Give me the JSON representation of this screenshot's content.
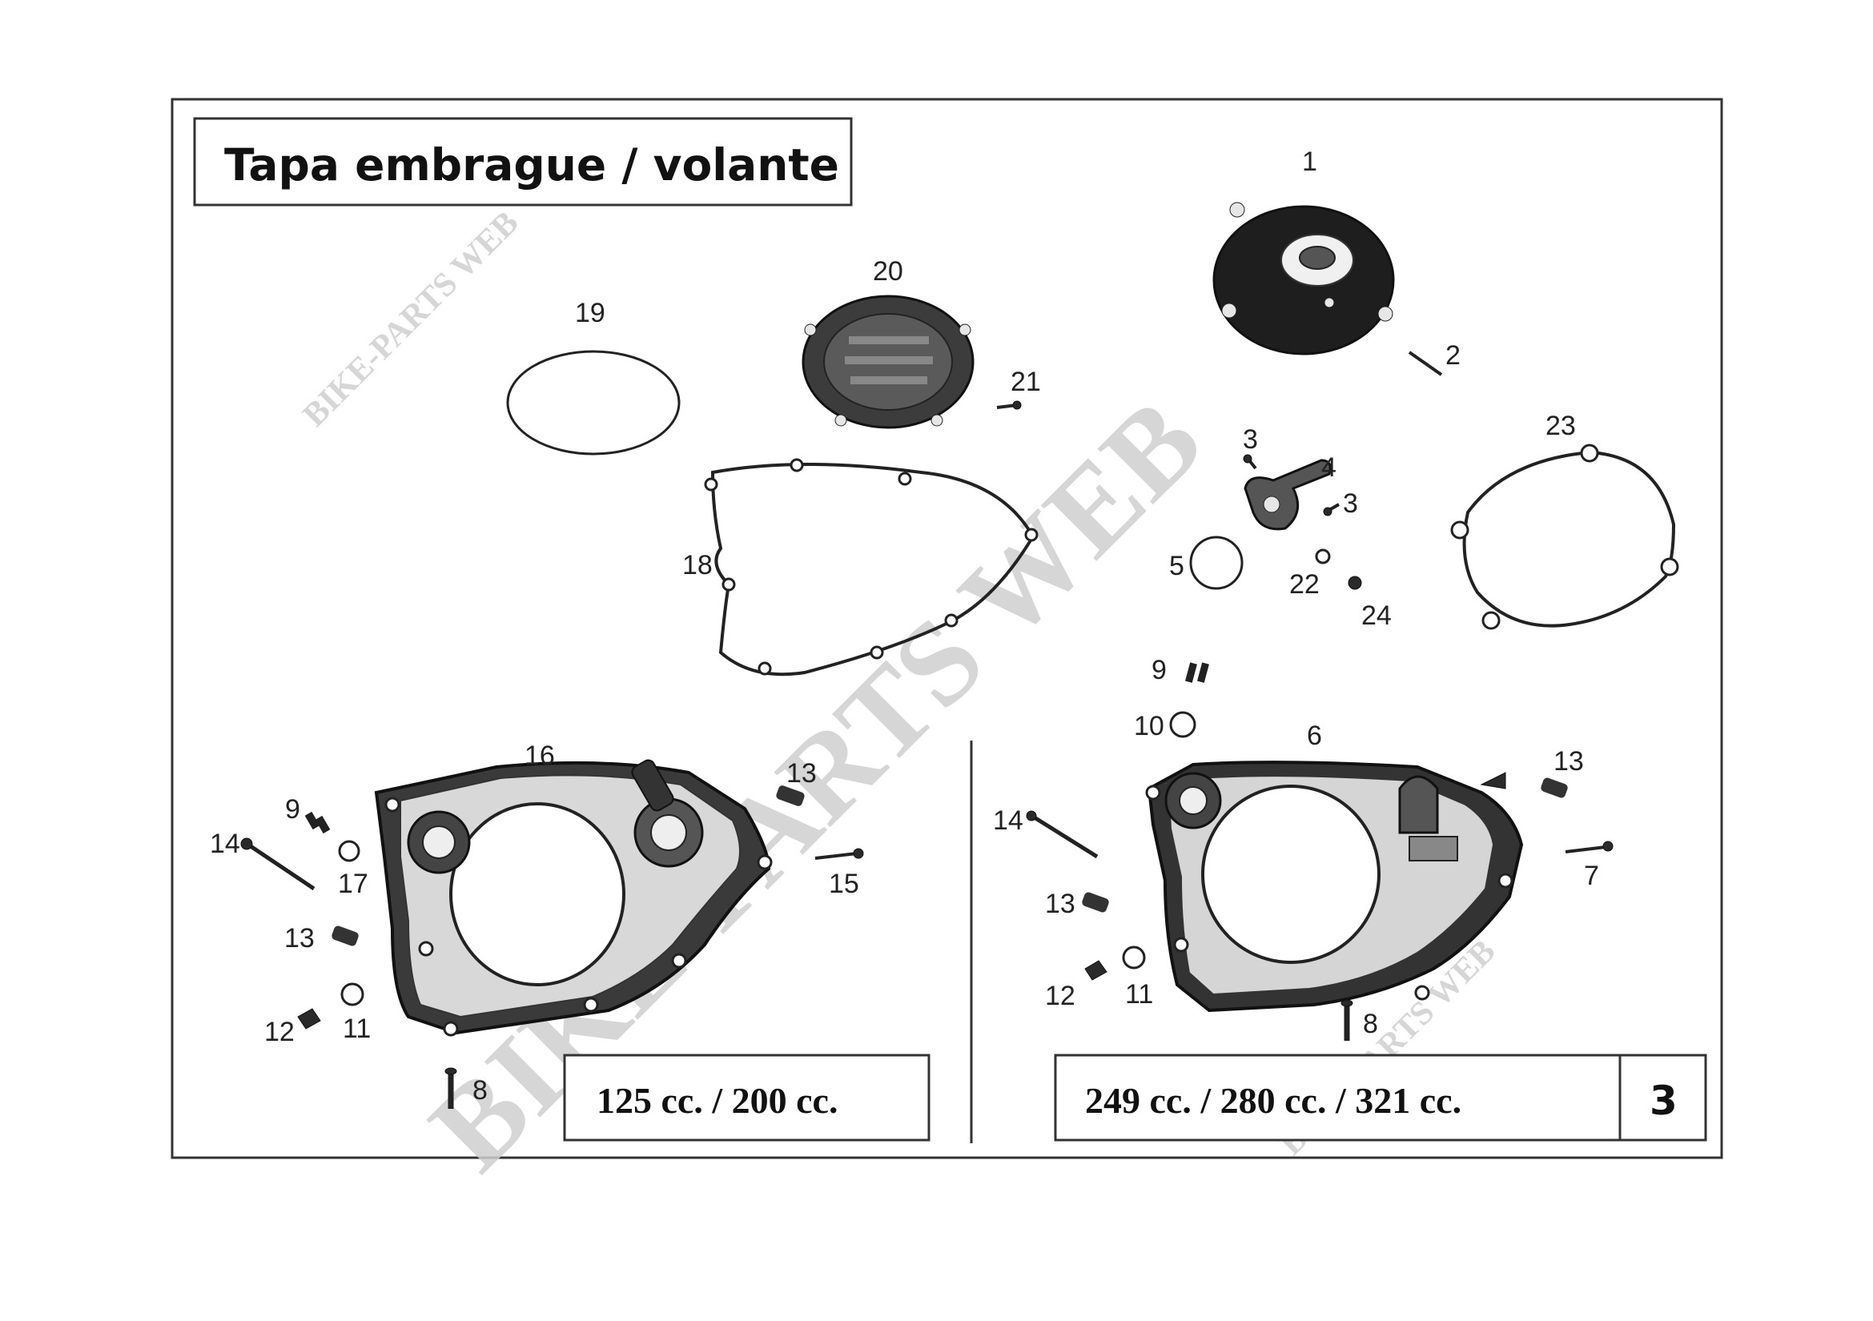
{
  "title": "Tapa embrague / volante",
  "watermark": "BIKE-PARTS WEB",
  "registered_mark": "®",
  "model_left": "125 cc. / 200 cc.",
  "model_right": "249 cc. / 280 cc. / 321 cc.",
  "page_number": "3",
  "callouts": {
    "n1": "1",
    "n2": "2",
    "n3a": "3",
    "n3b": "3",
    "n4": "4",
    "n5": "5",
    "n18": "18",
    "n19": "19",
    "n20": "20",
    "n21": "21",
    "n22": "22",
    "n23": "23",
    "n24": "24",
    "l8": "8",
    "l9": "9",
    "l11": "11",
    "l12": "12",
    "l13a": "13",
    "l13b": "13",
    "l14": "14",
    "l15": "15",
    "l16": "16",
    "l17": "17",
    "r6": "6",
    "r7": "7",
    "r8": "8",
    "r9": "9",
    "r10": "10",
    "r11": "11",
    "r12": "12",
    "r13a": "13",
    "r13b": "13",
    "r14": "14"
  }
}
